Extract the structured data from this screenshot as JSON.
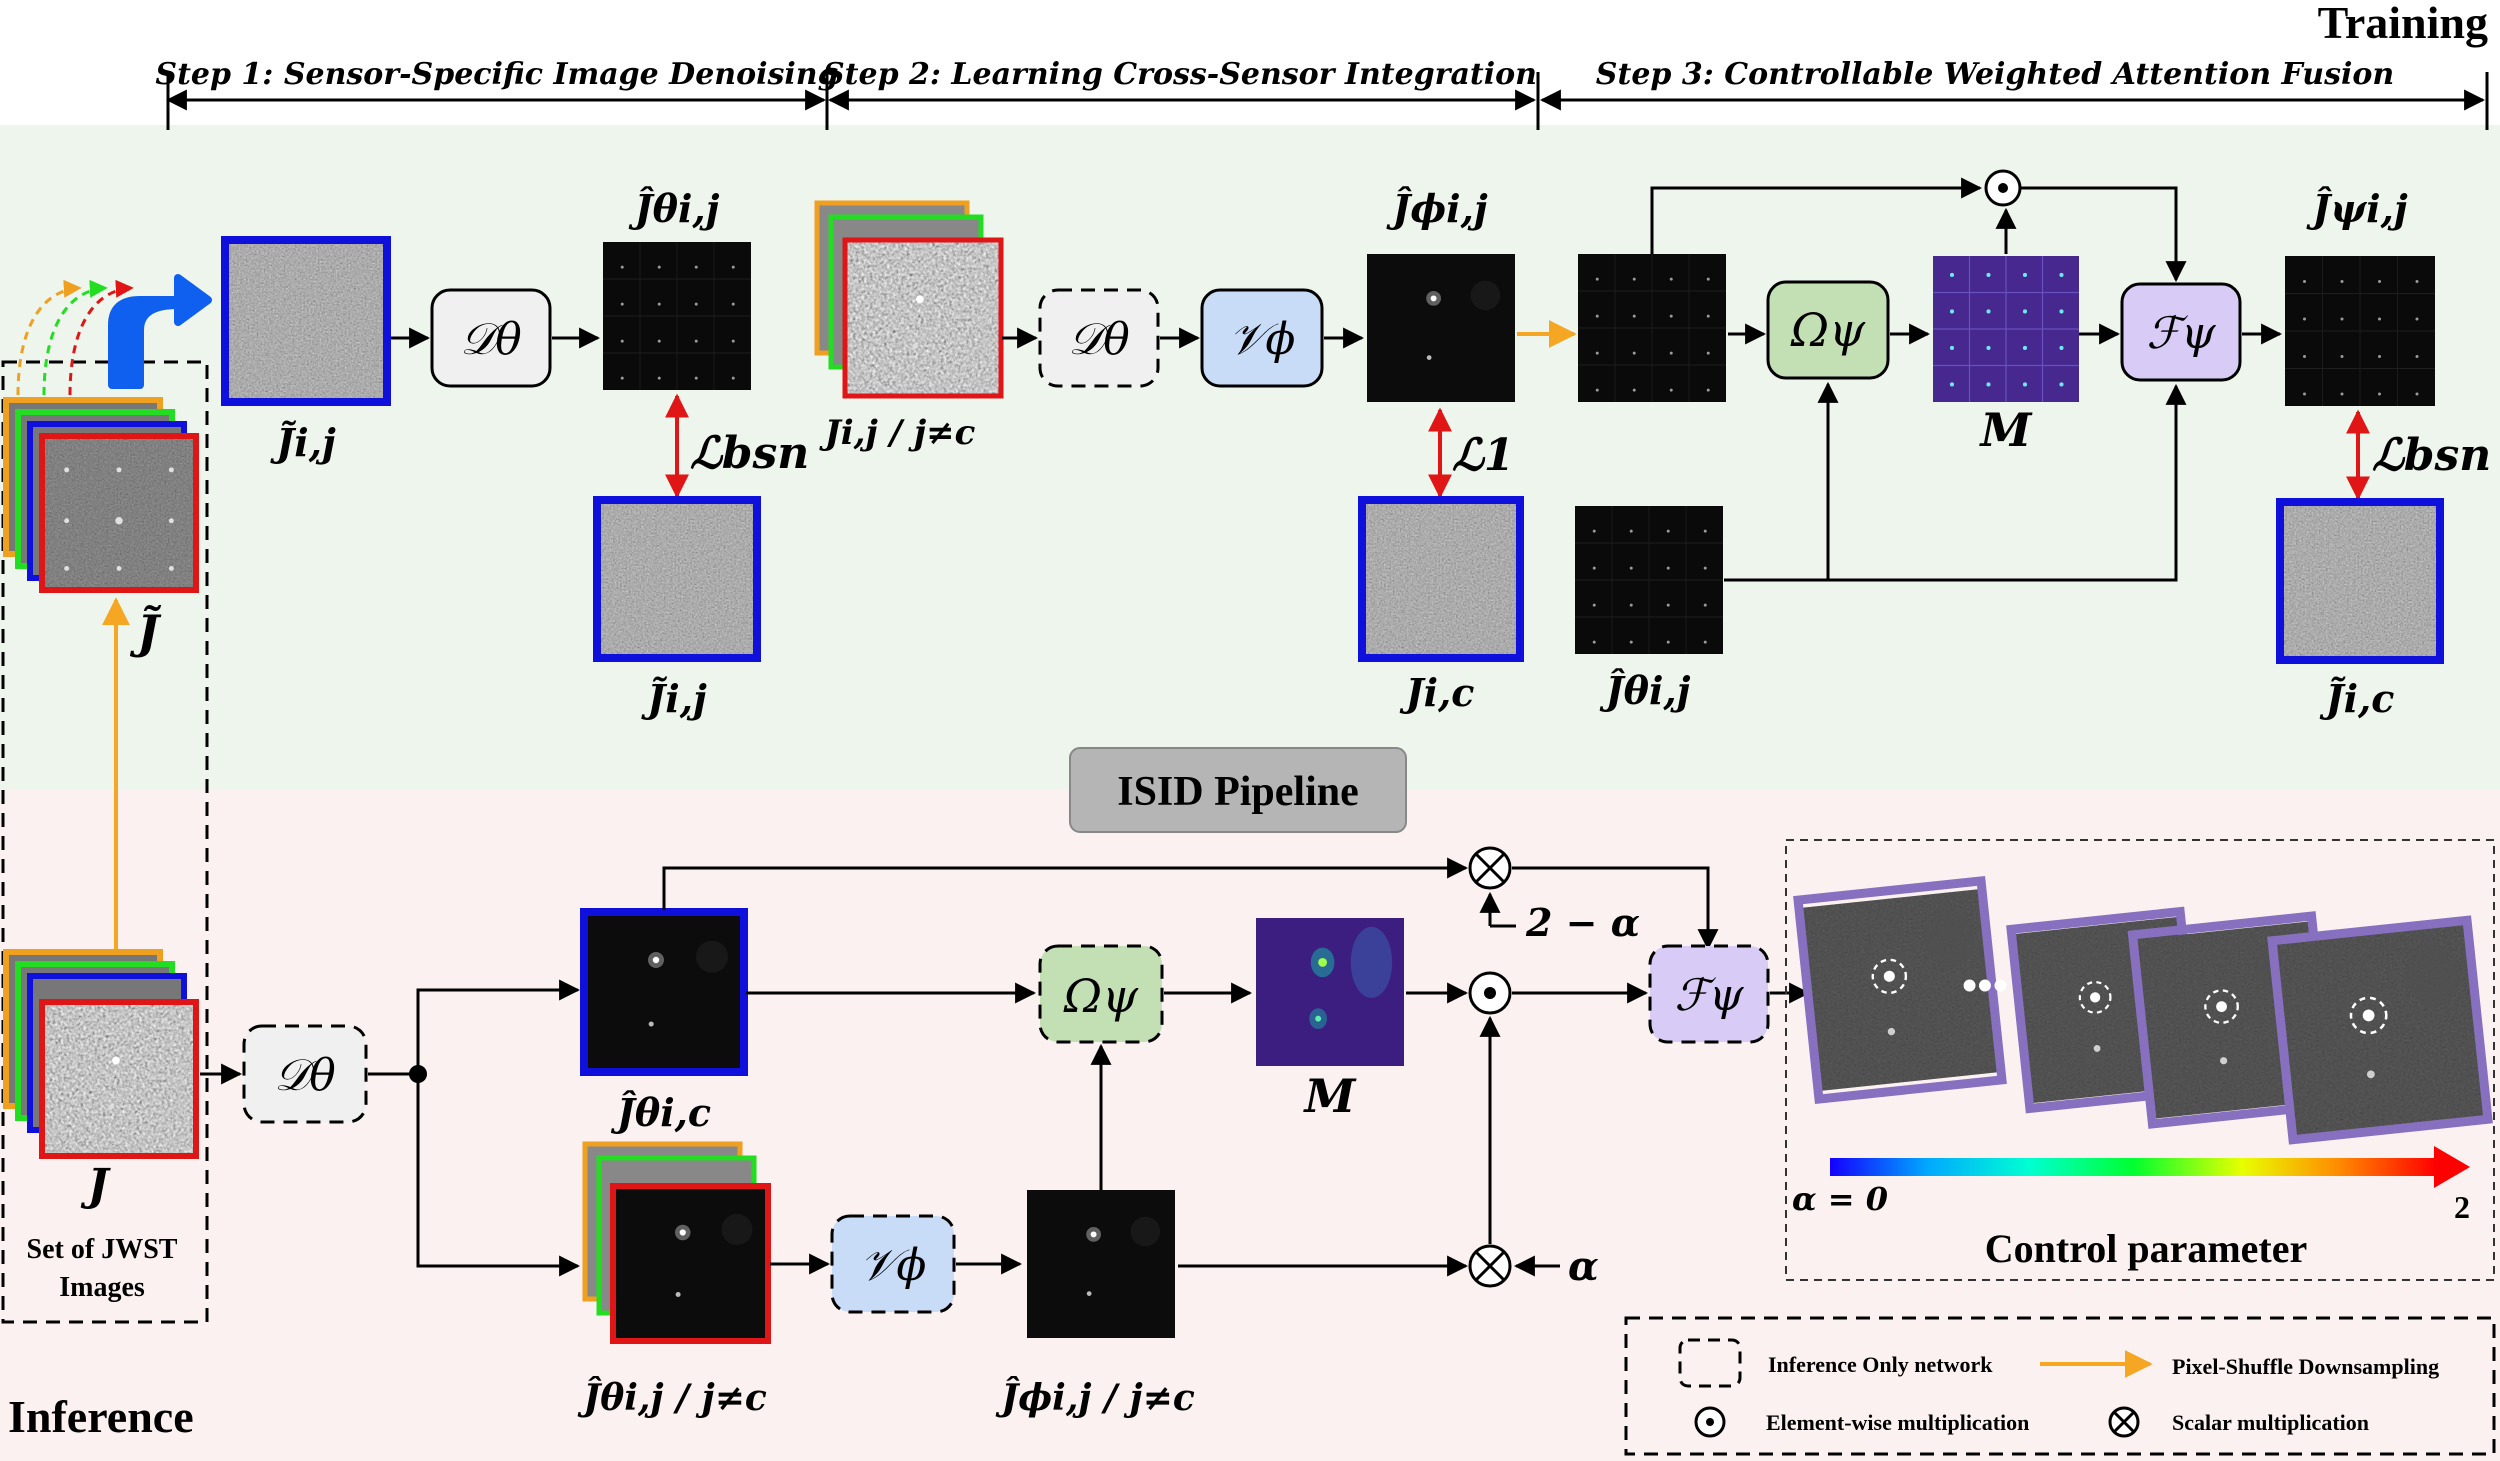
{
  "sections": {
    "training": "Training",
    "inference": "Inference",
    "pipeline": "ISID Pipeline"
  },
  "steps": [
    "Step 1: Sensor-Specific Image  Denoising",
    "Step 2: Learning Cross-Sensor Integration",
    "Step 3: Controllable Weighted Attention Fusion"
  ],
  "networks": {
    "denoiser": "𝒟θ",
    "vit": "𝒱ϕ",
    "attention": "Ωψ",
    "fusion": "ℱψ"
  },
  "labels": {
    "j_tilde_set": "J̃",
    "j_set": "J",
    "j_tilde_ij": "J̃i,j",
    "j_hat_theta_ij": "Ĵθi,j",
    "j_ij_not_c": "Ji,j / j≠c",
    "j_hat_phi_ij": "Ĵϕi,j",
    "j_ic": "Ji,c",
    "j_hat_psi_ij": "Ĵψi,j",
    "j_tilde_ic": "J̃i,c",
    "m_train": "M",
    "m_inf": "M",
    "j_hat_theta_ic": "Ĵθi,c",
    "j_hat_theta_ij_not_c": "Ĵθi,j / j≠c",
    "j_hat_phi_ij_not_c": "Ĵϕi,j / j≠c",
    "set_caption_line1": "Set of JWST",
    "set_caption_line2": "Images"
  },
  "losses": {
    "bsn1": "ℒbsn",
    "l1": "ℒ1",
    "bsn2": "ℒbsn"
  },
  "operators": {
    "two_minus_alpha": "2 − α",
    "alpha": "α"
  },
  "control": {
    "title": "Control parameter",
    "min_label": "α = 0",
    "max_label": "2",
    "dots": "•••"
  },
  "legend": {
    "inference_only": "Inference Only network",
    "pixel_shuffle": "Pixel-Shuffle Downsampling",
    "elementwise": "Element-wise multiplication",
    "scalar": "Scalar multiplication"
  },
  "colors": {
    "training_bg": "#eef5ec",
    "inference_bg": "#fbf1f1",
    "frame_blue": "#1010dd",
    "frame_red": "#e01515",
    "frame_green": "#22dd22",
    "frame_orange": "#f0a020",
    "frame_purple": "#8870c0",
    "denoiser_fill": "#f0f0f0",
    "vit_fill": "#c8dcf8",
    "attention_fill": "#c2e0b4",
    "fusion_fill": "#d8ccf6",
    "arrow_orange": "#f5a623",
    "arrow_red": "#e01515"
  }
}
